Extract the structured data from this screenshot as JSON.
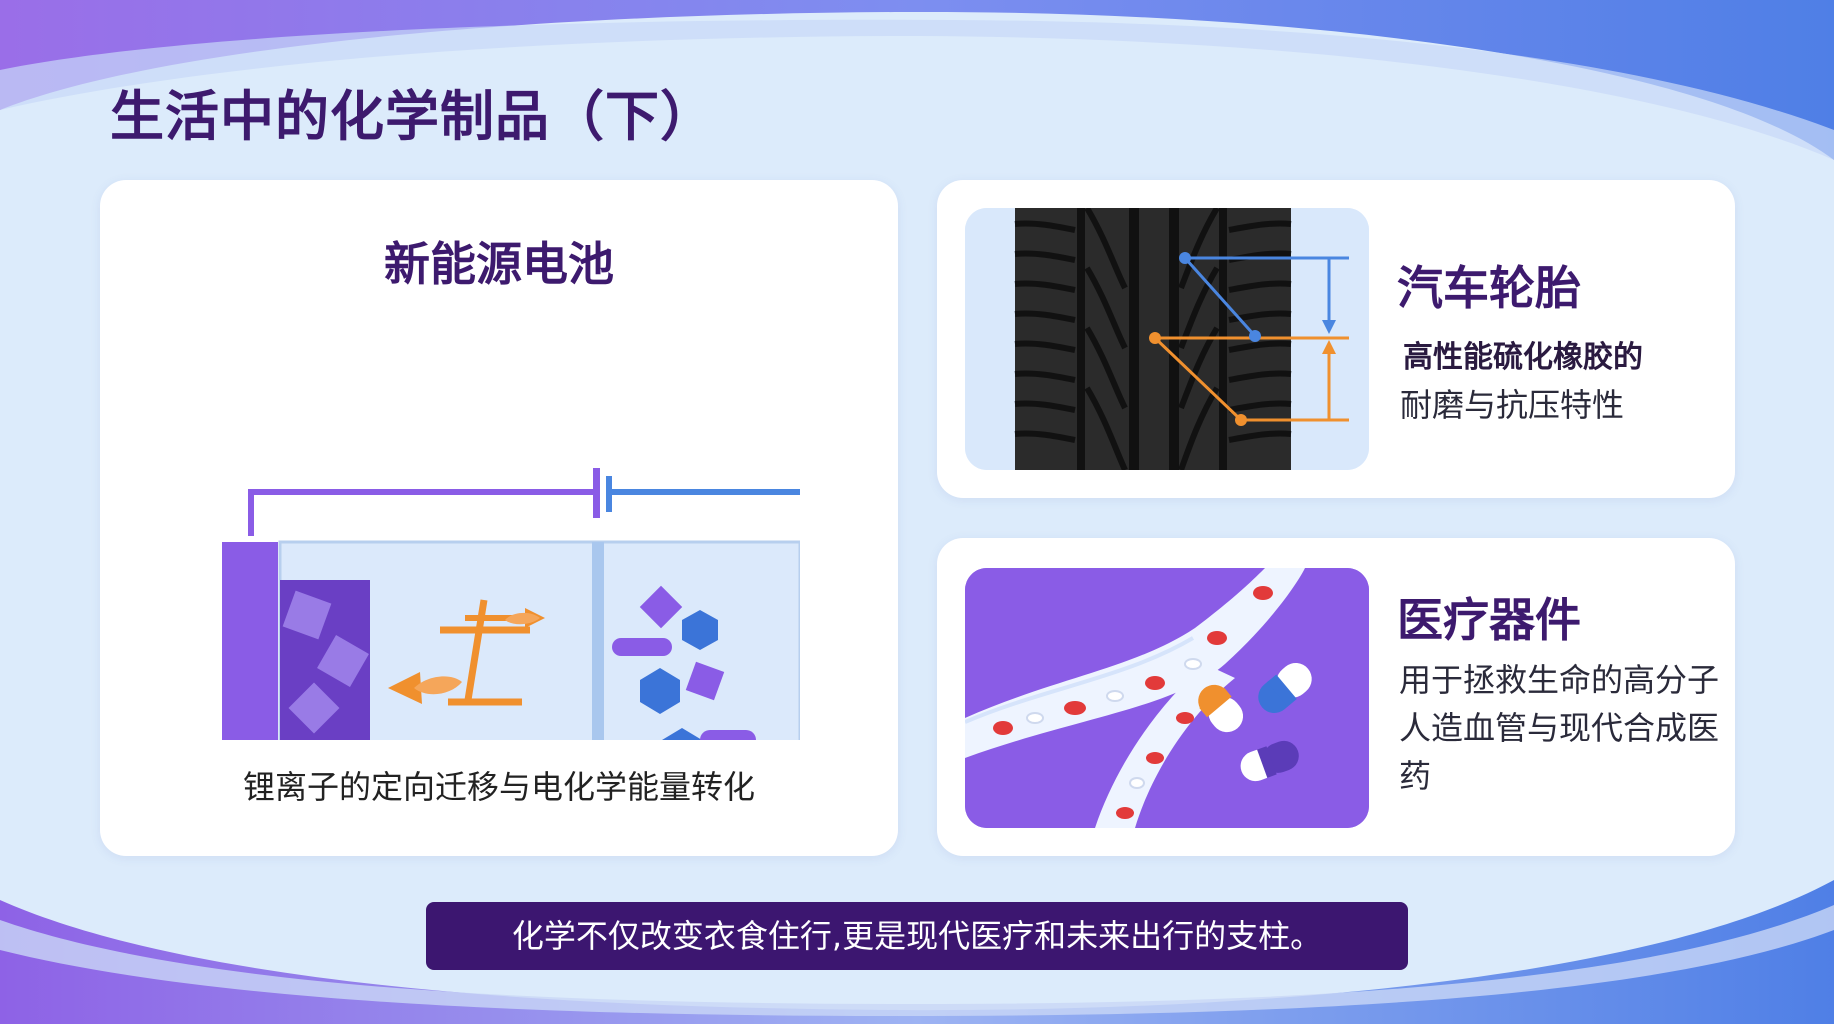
{
  "slide": {
    "title": "生活中的化学制品（下）",
    "colors": {
      "accent_purple": "#8a5ce6",
      "accent_blue": "#4a86e0",
      "title_color": "#3d1a6e",
      "bar_color": "#3c1670",
      "orange": "#f0902e"
    }
  },
  "battery_card": {
    "title": "新能源电池",
    "caption": "锂离子的定向迁移与电化学能量转化",
    "icons": [
      "battery-diagram-icon",
      "lithium-ion-arrow-icon"
    ]
  },
  "tire_card": {
    "title": "汽车轮胎",
    "subtitle_bold": "高性能硫化橡胶的",
    "subtitle": "耐磨与抗压特性",
    "icons": [
      "tire-tread-icon"
    ]
  },
  "medical_card": {
    "title": "医疗器件",
    "description": "用于拯救生命的高分子人造血管与现代合成医药",
    "icons": [
      "blood-vessel-icon",
      "capsule-icon"
    ]
  },
  "bottom_bar": {
    "text": "化学不仅改变衣食住行,更是现代医疗和未来出行的支柱。"
  }
}
